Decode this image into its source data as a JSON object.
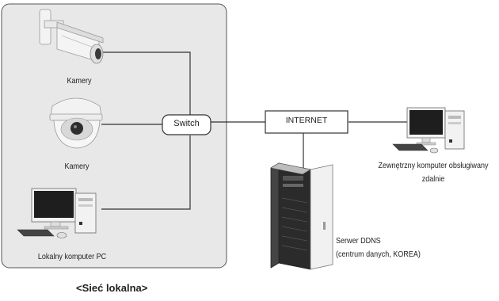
{
  "lan_caption": "<Sieć lokalna>",
  "nodes": {
    "switch": "Switch",
    "internet": "INTERNET",
    "camera_bullet": "Kamery",
    "camera_dome": "Kamery",
    "local_pc": "Lokalny komputer PC",
    "remote_pc_line1": "Zewnętrzny komputer obsługiwany",
    "remote_pc_line2": "zdalnie",
    "ddns_line1": "Serwer DDNS",
    "ddns_line2": "(centrum danych, KOREA)"
  },
  "icons": {
    "bullet_camera": "bullet-camera-icon",
    "dome_camera": "dome-camera-icon",
    "desktop_pc": "desktop-pc-icon",
    "server": "server-tower-icon"
  },
  "colors": {
    "lan_area_fill": "#e8e8e8",
    "lan_area_stroke": "#555555",
    "line": "#333333",
    "device_light": "#f2f2f2",
    "device_dark": "#2b2b2b"
  }
}
